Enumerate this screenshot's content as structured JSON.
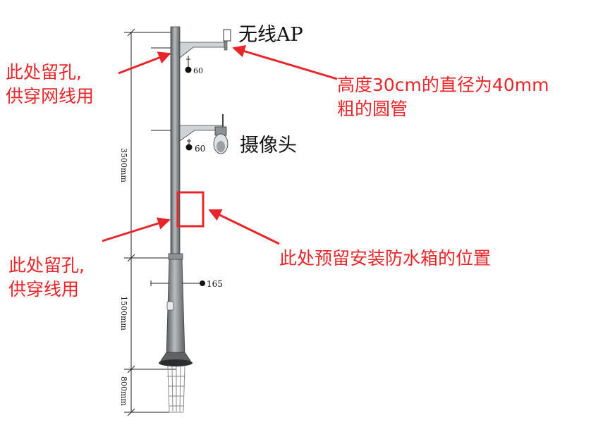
{
  "labels": {
    "wireless_ap": "无线AP",
    "camera": "摄像头"
  },
  "annotations": {
    "hole_network_line1": "此处留孔,",
    "hole_network_line2": "供穿网线用",
    "tube_line1": "高度30cm的直径为40mm",
    "tube_line2": "粗的圆管",
    "hole_wire_line1": "此处留孔,",
    "hole_wire_line2": "供穿线用",
    "waterproof_box": "此处预留安装防水箱的位置"
  },
  "dimensions": {
    "upper_section": "3500mm",
    "middle_section": "1500mm",
    "foundation": "800mm",
    "arm_ap": "60",
    "arm_camera": "60",
    "pole_base": "165"
  },
  "colors": {
    "annotation": "#e8262a",
    "pole": "#6f7478",
    "line": "#222222"
  }
}
